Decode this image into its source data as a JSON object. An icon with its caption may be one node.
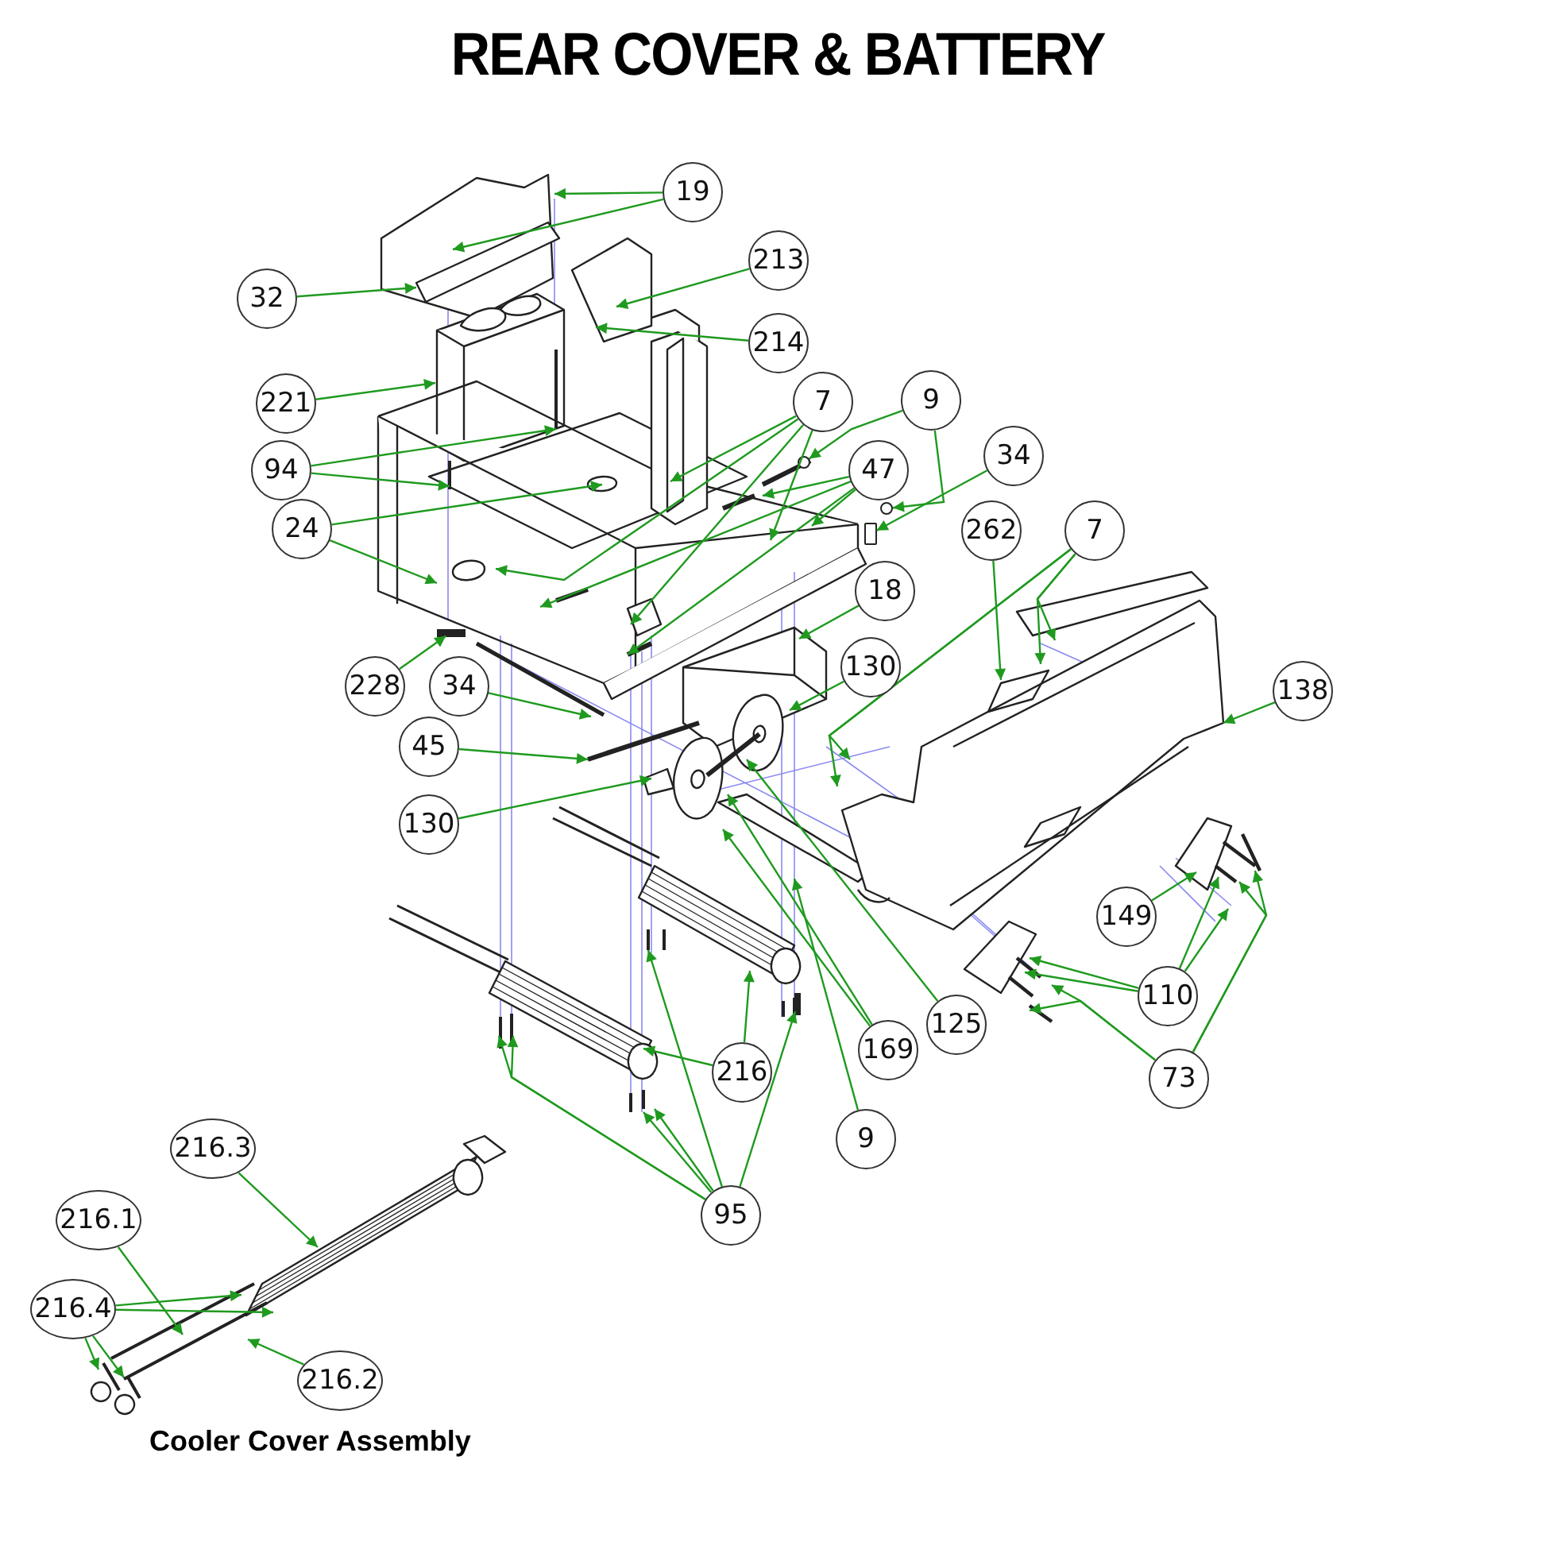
{
  "diagram": {
    "title": "REAR COVER & BATTERY",
    "nodes": [
      {
        "text": [
          "19"
        ]
      },
      {
        "text": [
          "32"
        ]
      },
      {
        "text": [
          "213"
        ]
      },
      {
        "text": [
          "214"
        ]
      },
      {
        "text": [
          "221"
        ]
      },
      {
        "text": [
          "94"
        ]
      },
      {
        "text": [
          "24"
        ]
      },
      {
        "text": [
          "7"
        ]
      },
      {
        "text": [
          "9"
        ]
      },
      {
        "text": [
          "47"
        ]
      },
      {
        "text": [
          "34"
        ]
      },
      {
        "text": [
          "18"
        ]
      },
      {
        "text": [
          "130"
        ]
      },
      {
        "text": [
          "228"
        ]
      },
      {
        "text": [
          "34"
        ]
      },
      {
        "text": [
          "45"
        ]
      },
      {
        "text": [
          "130"
        ]
      },
      {
        "text": [
          "262"
        ]
      },
      {
        "text": [
          "7"
        ]
      },
      {
        "text": [
          "138"
        ]
      },
      {
        "text": [
          "149"
        ]
      },
      {
        "text": [
          "110"
        ]
      },
      {
        "text": [
          "73"
        ]
      },
      {
        "text": [
          "169"
        ]
      },
      {
        "text": [
          "125"
        ]
      },
      {
        "text": [
          "216"
        ]
      },
      {
        "text": [
          "9"
        ]
      },
      {
        "text": [
          "95"
        ]
      },
      {
        "text": [
          "216.3"
        ]
      },
      {
        "text": [
          "216.1"
        ]
      },
      {
        "text": [
          "216.4"
        ]
      },
      {
        "text": [
          "216.2"
        ]
      },
      {
        "text": [],
        "shape": "circle"
      },
      {
        "text": [],
        "shape": "circle"
      },
      {
        "text": [],
        "shape": "box"
      },
      {
        "text": [],
        "shape": "bar"
      },
      {
        "text": [],
        "shape": "bar"
      }
    ],
    "edges": [
      {
        "from": 0,
        "to": null,
        "arrow": "to"
      },
      {
        "from": 0,
        "to": null,
        "arrow": "to"
      },
      {
        "from": 1,
        "to": null,
        "arrow": "to"
      },
      {
        "from": 2,
        "to": null,
        "arrow": "to"
      },
      {
        "from": 3,
        "to": null,
        "arrow": "to"
      },
      {
        "from": 4,
        "to": null,
        "arrow": "to"
      },
      {
        "from": 5,
        "to": null,
        "arrow": "to"
      },
      {
        "from": 5,
        "to": null,
        "arrow": "to"
      },
      {
        "from": 6,
        "to": null,
        "arrow": "to"
      },
      {
        "from": 6,
        "to": null,
        "arrow": "to"
      },
      {
        "from": 7,
        "to": null,
        "arrow": "to"
      },
      {
        "from": 7,
        "to": null,
        "arrow": "to"
      },
      {
        "from": 7,
        "to": null,
        "arrow": "to"
      },
      {
        "from": 7,
        "to": null,
        "arrow": "to"
      },
      {
        "from": 8,
        "to": 32,
        "arrow": "to"
      },
      {
        "from": 8,
        "to": 33,
        "arrow": "to"
      },
      {
        "from": 9,
        "to": null,
        "arrow": "to"
      },
      {
        "from": 9,
        "to": null,
        "arrow": "to"
      },
      {
        "from": 9,
        "to": null,
        "arrow": "to"
      },
      {
        "from": 9,
        "to": null,
        "arrow": "to"
      },
      {
        "from": 10,
        "to": 34,
        "arrow": "to"
      },
      {
        "from": 11,
        "to": null,
        "arrow": "to"
      },
      {
        "from": 12,
        "to": null,
        "arrow": "to"
      },
      {
        "from": 13,
        "to": 35,
        "arrow": "to"
      },
      {
        "from": 14,
        "to": null,
        "arrow": "to"
      },
      {
        "from": 15,
        "to": null,
        "arrow": "to"
      },
      {
        "from": 16,
        "to": null,
        "arrow": "to"
      },
      {
        "from": 17,
        "to": null,
        "arrow": "to"
      },
      {
        "from": 18,
        "to": null,
        "arrow": "to"
      },
      {
        "from": 18,
        "to": null,
        "arrow": "to"
      },
      {
        "from": 18,
        "to": null,
        "arrow": "to"
      },
      {
        "from": 18,
        "to": null,
        "arrow": "to"
      },
      {
        "from": 19,
        "to": null,
        "arrow": "to"
      },
      {
        "from": 20,
        "to": null,
        "arrow": "to"
      },
      {
        "from": 21,
        "to": null,
        "arrow": "to"
      },
      {
        "from": 21,
        "to": null,
        "arrow": "to"
      },
      {
        "from": 21,
        "to": null,
        "arrow": "to"
      },
      {
        "from": 21,
        "to": null,
        "arrow": "to"
      },
      {
        "from": 22,
        "to": null,
        "arrow": "to"
      },
      {
        "from": 22,
        "to": null,
        "arrow": "to"
      },
      {
        "from": 22,
        "to": null,
        "arrow": "to"
      },
      {
        "from": 22,
        "to": null,
        "arrow": "to"
      },
      {
        "from": 23,
        "to": null,
        "arrow": "to"
      },
      {
        "from": 23,
        "to": null,
        "arrow": "to"
      },
      {
        "from": 24,
        "to": null,
        "arrow": "to"
      },
      {
        "from": 25,
        "to": null,
        "arrow": "to"
      },
      {
        "from": 25,
        "to": null,
        "arrow": "to"
      },
      {
        "from": 26,
        "to": null,
        "arrow": "to"
      },
      {
        "from": 27,
        "to": null,
        "arrow": "to"
      },
      {
        "from": 27,
        "to": null,
        "arrow": "to"
      },
      {
        "from": 27,
        "to": null,
        "arrow": "to"
      },
      {
        "from": 27,
        "to": null,
        "arrow": "to"
      },
      {
        "from": 27,
        "to": null,
        "arrow": "to"
      },
      {
        "from": 27,
        "to": 36,
        "arrow": "to"
      },
      {
        "from": 28,
        "to": null,
        "arrow": "to"
      },
      {
        "from": 29,
        "to": null,
        "arrow": "to"
      },
      {
        "from": 30,
        "to": null,
        "arrow": "to"
      },
      {
        "from": 30,
        "to": null,
        "arrow": "to"
      },
      {
        "from": 30,
        "to": null,
        "arrow": "to"
      },
      {
        "from": 30,
        "to": null,
        "arrow": "to"
      },
      {
        "from": 31,
        "to": null,
        "arrow": "to"
      }
    ],
    "labels": [
      "Cooler Cover Assembly"
    ]
  }
}
